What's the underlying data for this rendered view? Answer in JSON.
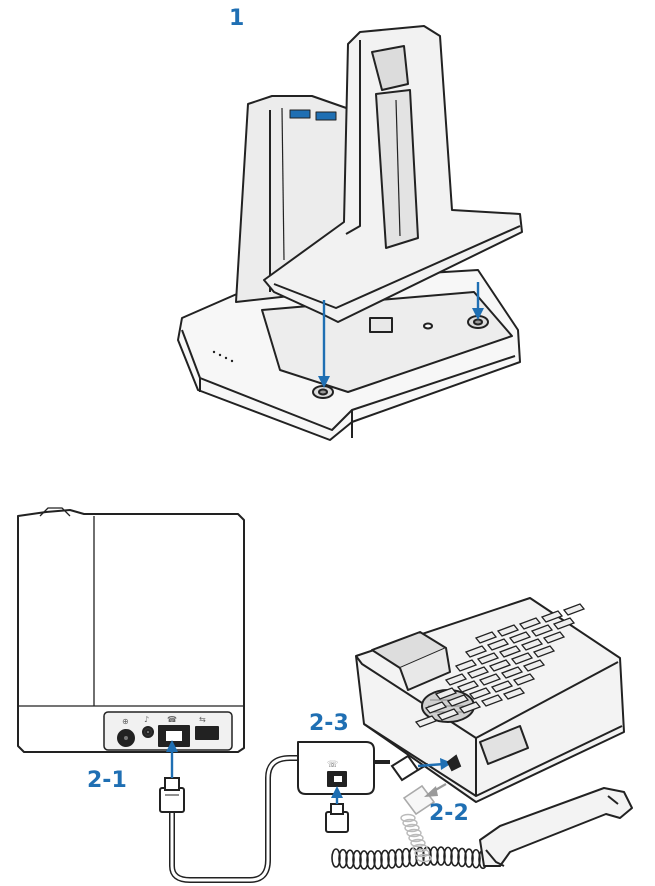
{
  "labels": {
    "step1": "1",
    "step2_1": "2-1",
    "step2_2": "2-2",
    "step2_3": "2-3"
  },
  "colors": {
    "accent_blue": "#1f6fb3",
    "line": "#222222",
    "base_gray": "#dcdcdc",
    "light_gray": "#f2f2f2"
  },
  "icons": [
    "power-jack-icon",
    "headset-jack-icon",
    "telephone-port-icon",
    "usb-port-icon",
    "telephone-interface-icon"
  ]
}
